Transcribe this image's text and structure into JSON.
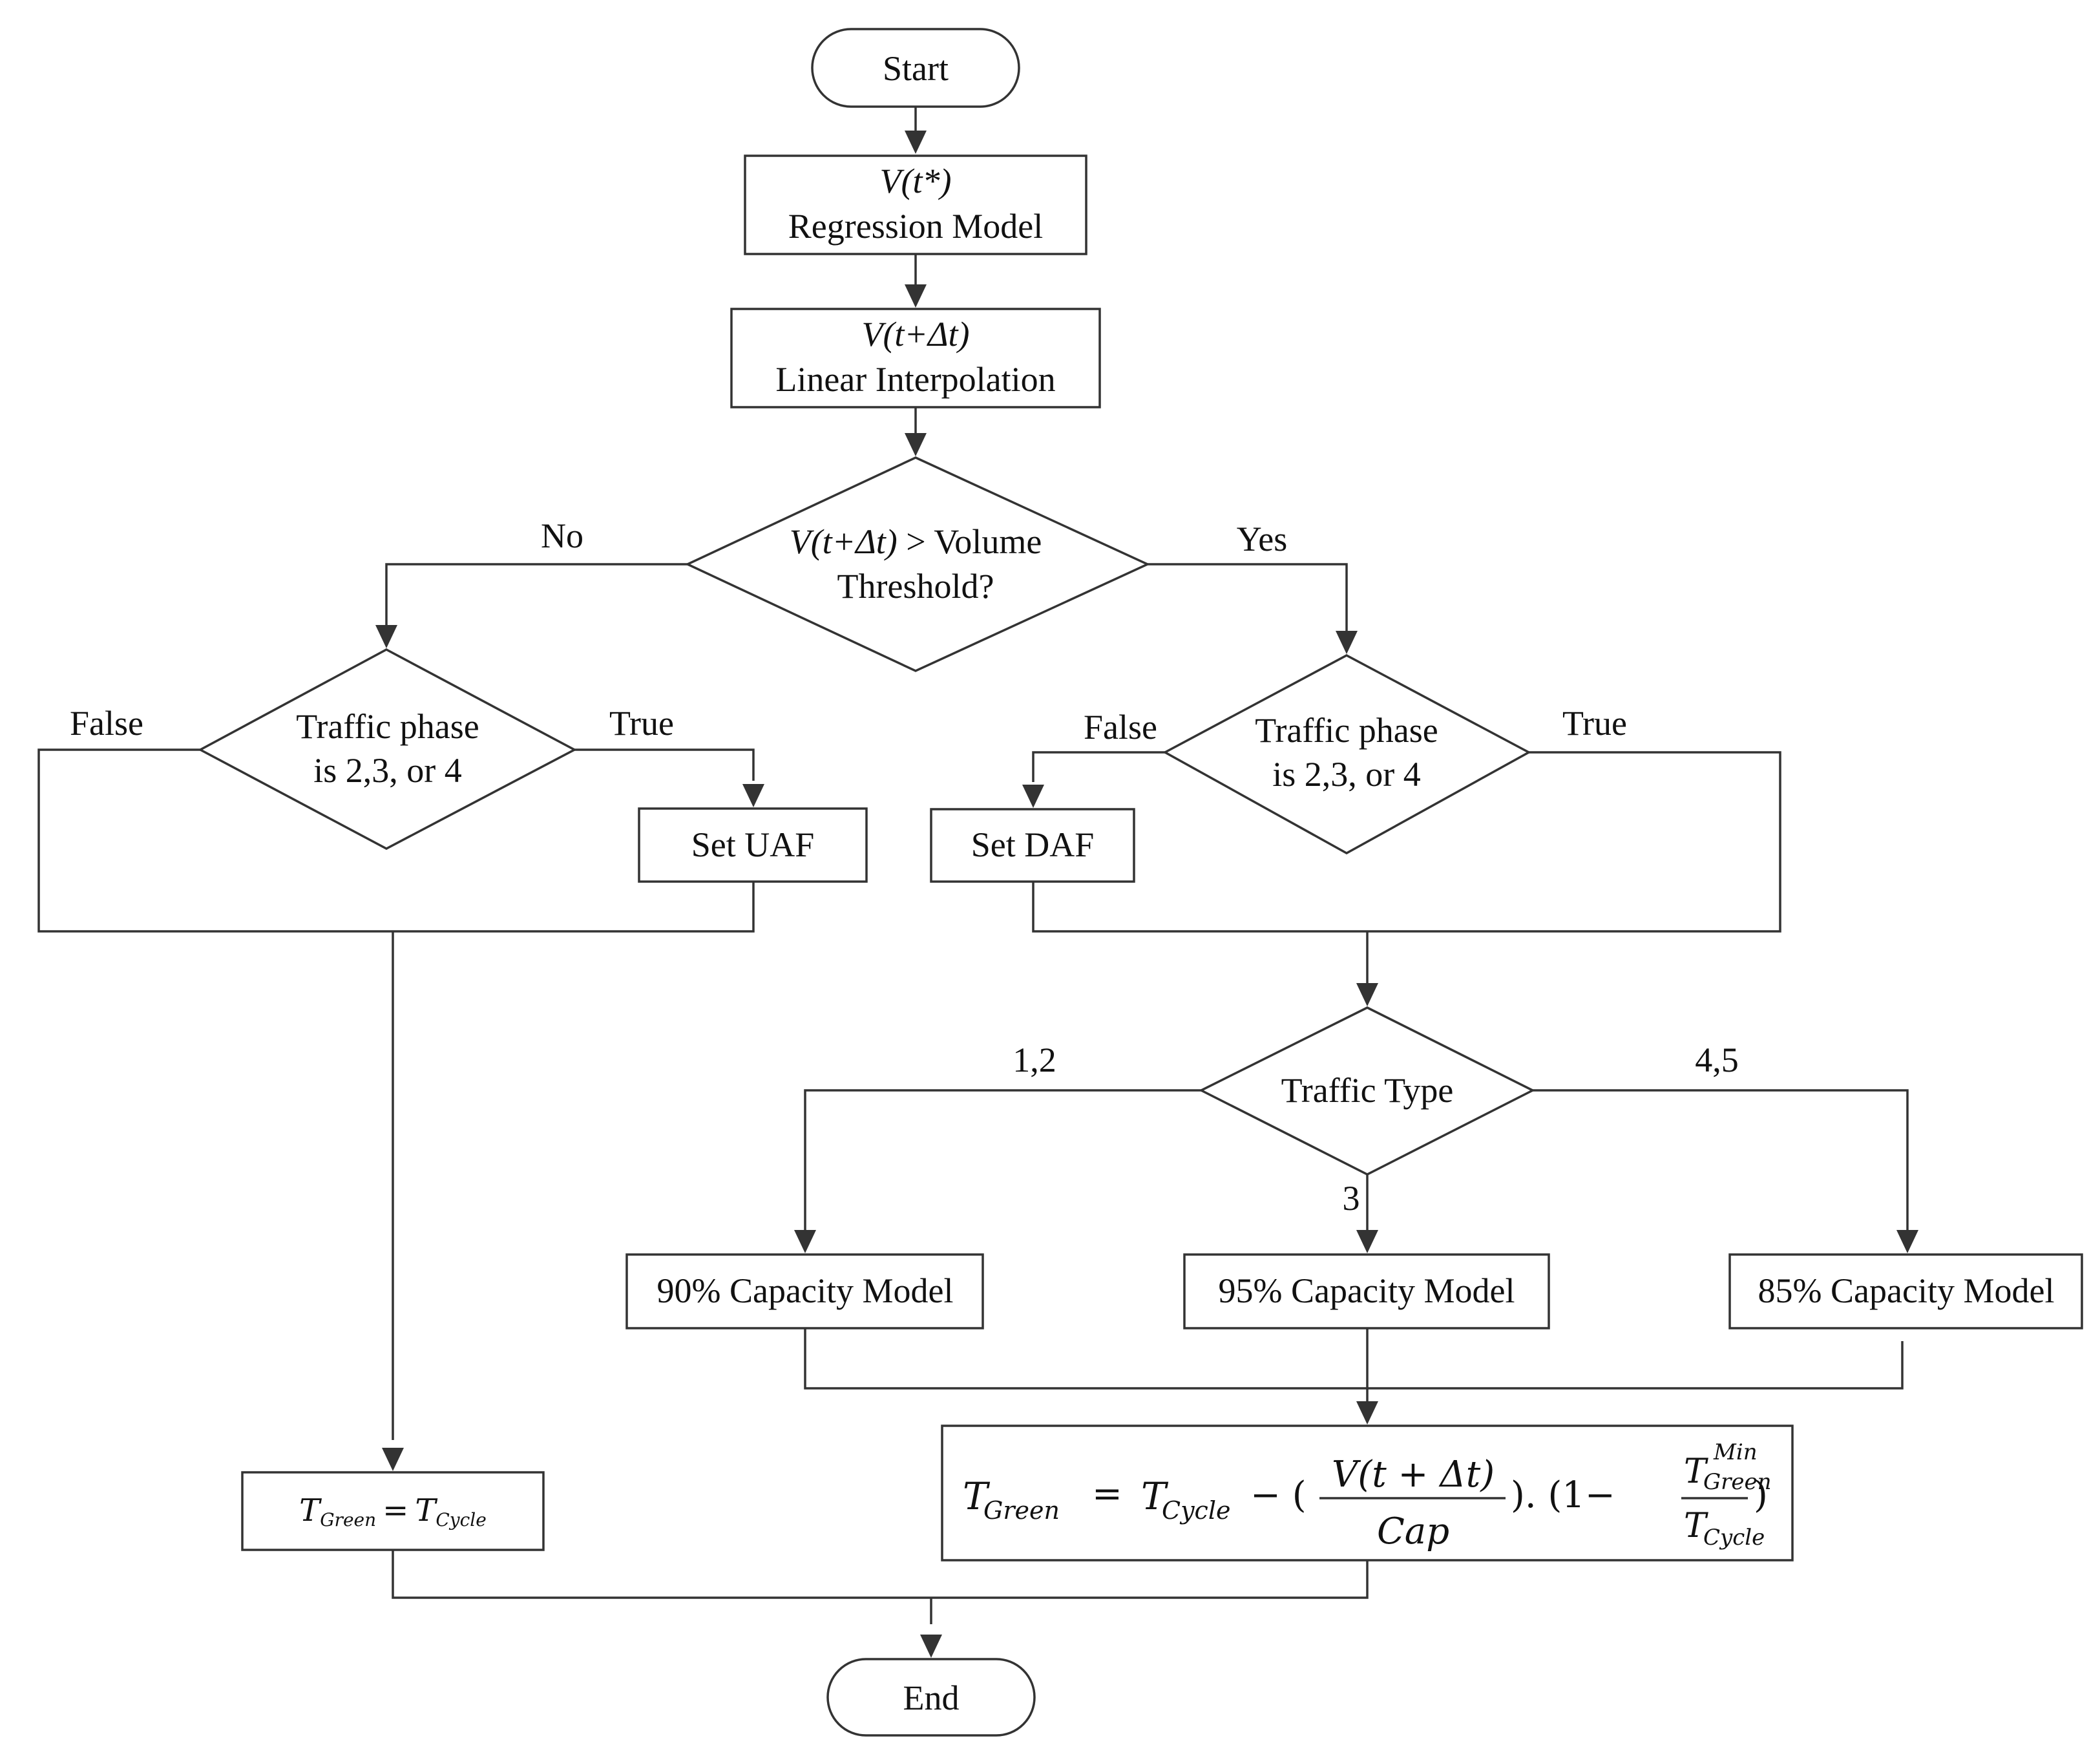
{
  "nodes": {
    "start": "Start",
    "regression_var": "V(t*)",
    "regression": "Regression Model",
    "interp_var": "V(t+Δt)",
    "interp": "Linear Interpolation",
    "volume_check_var": "V(t+Δt)",
    "volume_check_tail": " > Volume",
    "volume_check_line2": "Threshold?",
    "phase_left_line1": "Traffic phase",
    "phase_left_line2": "is 2,3, or 4",
    "phase_right_line1": "Traffic phase",
    "phase_right_line2": "is 2,3, or 4",
    "set_uaf": "Set UAF",
    "set_daf": "Set DAF",
    "traffic_type": "Traffic Type",
    "cap90": "90% Capacity Model",
    "cap95": "95% Capacity Model",
    "cap85": "85% Capacity Model",
    "end": "End"
  },
  "edge_labels": {
    "no": "No",
    "yes": "Yes",
    "left_false": "False",
    "left_true": "True",
    "right_false": "False",
    "right_true": "True",
    "type_12": "1,2",
    "type_3": "3",
    "type_45": "4,5"
  },
  "simple_formula": {
    "t": "T",
    "green": "Green",
    "equals": "=",
    "cycle": "Cycle"
  },
  "formula": {
    "t": "T",
    "green_sub": "Green",
    "equals": "=",
    "cycle_sub": "Cycle",
    "minus_open": "− (",
    "numerator": "V(t + Δt)",
    "denominator": "Cap",
    "close_dot": "). (1−",
    "min_sup": "Min",
    "close": ")"
  }
}
